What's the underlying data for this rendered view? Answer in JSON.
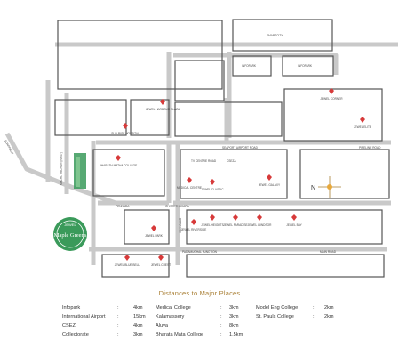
{
  "map": {
    "roads": {
      "smartcity": "SMARTCITY",
      "infopark_left": "INFOPARK",
      "infopark_right": "INFOPARK",
      "airport_road": "SEAPORT AIRPORT ROAD",
      "pipeline_road": "PIPELINE ROAD",
      "nh47": "KOCHI-TRICHUR (NH47)",
      "edappally": "EDAPPALLY",
      "pennada": "PENNADA",
      "main_road": "MAIN ROAD",
      "junction_south": "PADAMUGHAL JUNCTION",
      "junction_mid": "CHITTETHUKARA",
      "kakkanad_jn": "KAKKANAD",
      "tv_centre": "TV CENTRE ROAD",
      "cseza": "CSEZA"
    },
    "landmarks": [
      {
        "id": "sunrise",
        "label": "SUN RISE HOSPITAL"
      },
      {
        "id": "jewel-harbour",
        "label": "JEWEL HARBOUR PLAZA"
      },
      {
        "id": "bharath-matha",
        "label": "BHARATH MATHA COLLEGE"
      },
      {
        "id": "medical-centre",
        "label": "MEDICAL CENTRE"
      },
      {
        "id": "jewel-classic",
        "label": "JEWEL CLASSIC"
      },
      {
        "id": "jewel-galaxy",
        "label": "JEWEL GALAXY"
      },
      {
        "id": "jewel-heights",
        "label": "JEWEL HEIGHTS"
      },
      {
        "id": "jewel-paradise",
        "label": "JEWEL PARADISE"
      },
      {
        "id": "jewel-windsor",
        "label": "JEWEL WINDSOR"
      },
      {
        "id": "jewel-riverside",
        "label": "JEWEL RIVERSIDE"
      },
      {
        "id": "jewel-bay",
        "label": "JEWEL BAY"
      },
      {
        "id": "jewel-park",
        "label": "JEWEL PARK"
      },
      {
        "id": "jewel-blue-bell",
        "label": "JEWEL BLUE BELL"
      },
      {
        "id": "jewel-crest",
        "label": "JEWEL CREST"
      },
      {
        "id": "jewel-corner",
        "label": "JEWEL CORNER"
      },
      {
        "id": "jewel-elite",
        "label": "JEWEL ELITE"
      }
    ],
    "compass_letter": "N",
    "project_badge": {
      "brand": "JEWEL",
      "name": "Maple Greens"
    },
    "colors": {
      "road": "#c9c9c9",
      "block": "#555555",
      "marker": "#d73a3a",
      "project": "#3a9a5a",
      "accent": "#a97f35"
    }
  },
  "distances": {
    "title": "Distances to Major Places",
    "rows": [
      [
        {
          "place": "Infopark",
          "dist": "4km"
        },
        {
          "place": "Medical College",
          "dist": "3km"
        },
        {
          "place": "Model Eng College",
          "dist": "2km"
        }
      ],
      [
        {
          "place": "International Airport",
          "dist": "15km"
        },
        {
          "place": "Kalamassery",
          "dist": "3km"
        },
        {
          "place": "St. Pauls College",
          "dist": "2km"
        }
      ],
      [
        {
          "place": "CSEZ",
          "dist": "4km"
        },
        {
          "place": "Aluva",
          "dist": "8km"
        },
        {
          "place": "",
          "dist": ""
        }
      ],
      [
        {
          "place": "Collectorate",
          "dist": "3km"
        },
        {
          "place": "Bharata Mata College",
          "dist": "1.5km"
        },
        {
          "place": "",
          "dist": ""
        }
      ]
    ]
  }
}
